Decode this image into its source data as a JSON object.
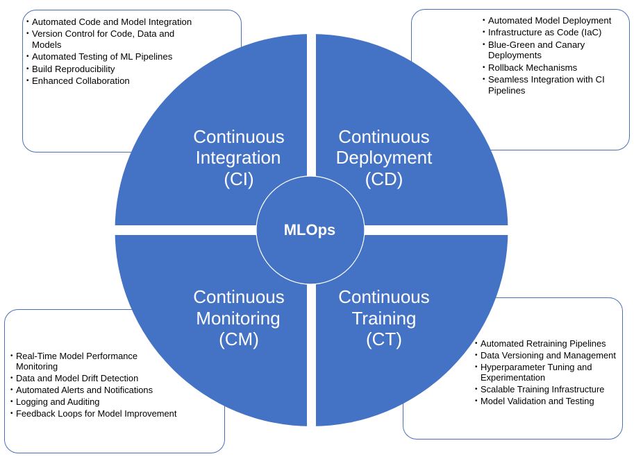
{
  "diagram": {
    "center": {
      "label": "MLOps"
    },
    "colors": {
      "quadrant_fill": "#4472c4",
      "box_border": "#4a6fb5",
      "gap": "#ffffff",
      "text_light": "#ffffff"
    },
    "quadrants": [
      {
        "id": "ci",
        "title_lines": [
          "Continuous",
          "Integration",
          "(CI)"
        ],
        "items": [
          "Automated Code and Model Integration",
          "Version Control for Code, Data and Models",
          "Automated Testing of ML Pipelines",
          "Build Reproducibility",
          "Enhanced Collaboration"
        ]
      },
      {
        "id": "cd",
        "title_lines": [
          "Continuous",
          "Deployment",
          "(CD)"
        ],
        "items": [
          "Automated Model Deployment",
          "Infrastructure as Code (IaC)",
          "Blue-Green and Canary Deployments",
          "Rollback Mechanisms",
          "Seamless Integration with CI Pipelines"
        ]
      },
      {
        "id": "cm",
        "title_lines": [
          "Continuous",
          "Monitoring",
          "(CM)"
        ],
        "items": [
          "Real-Time Model Performance Monitoring",
          "Data and Model Drift Detection",
          "Automated Alerts and Notifications",
          "Logging and Auditing",
          "Feedback Loops for Model Improvement"
        ]
      },
      {
        "id": "ct",
        "title_lines": [
          "Continuous",
          "Training",
          "(CT)"
        ],
        "items": [
          "Automated Retraining Pipelines",
          "Data Versioning and Management",
          "Hyperparameter Tuning and Experimentation",
          "Scalable Training Infrastructure",
          "Model Validation and Testing"
        ]
      }
    ]
  }
}
